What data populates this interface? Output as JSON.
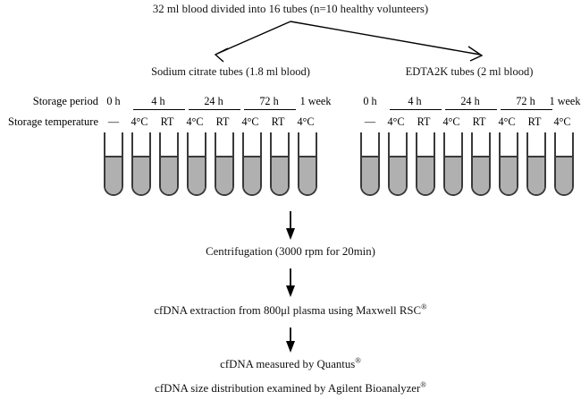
{
  "figure": {
    "title": "32 ml blood divided into 16 tubes (n=10 healthy volunteers)",
    "groups": [
      {
        "name": "sodium-citrate",
        "label": "Sodium citrate tubes (1.8 ml blood)"
      },
      {
        "name": "edta2k",
        "label": "EDTA2K tubes (2 ml blood)"
      }
    ],
    "row_labels": {
      "storage_period": "Storage period",
      "storage_temperature": "Storage temperature"
    },
    "periods": [
      {
        "label": "0 h",
        "temperatures": [
          "—"
        ]
      },
      {
        "label": "4 h",
        "temperatures": [
          "4°C",
          "RT"
        ]
      },
      {
        "label": "24 h",
        "temperatures": [
          "4°C",
          "RT"
        ]
      },
      {
        "label": "72 h",
        "temperatures": [
          "4°C",
          "RT"
        ]
      },
      {
        "label": "1 week",
        "temperatures": [
          "4°C"
        ]
      }
    ],
    "tubes_per_group": 8,
    "tube": {
      "plasma_label": "plasma-layer",
      "cells_label": "blood-cell-layer",
      "outline_color": "#3a3a3a",
      "cells_color": "#b0b0b0",
      "plasma_color": "#ffffff"
    },
    "flow": [
      {
        "name": "centrifugation",
        "text": "Centrifugation (3000 rpm for 20min)"
      },
      {
        "name": "cfdna-extraction",
        "prefix": "cfDNA extraction from 800μl plasma using Maxwell RSC",
        "mark": "®"
      },
      {
        "name": "cfdna-quantification",
        "prefix": "cfDNA measured by Quantus",
        "mark": "®"
      },
      {
        "name": "cfdna-size-distribution",
        "prefix": "cfDNA size distribution examined by Agilent Bioanalyzer",
        "mark": "®"
      }
    ]
  }
}
